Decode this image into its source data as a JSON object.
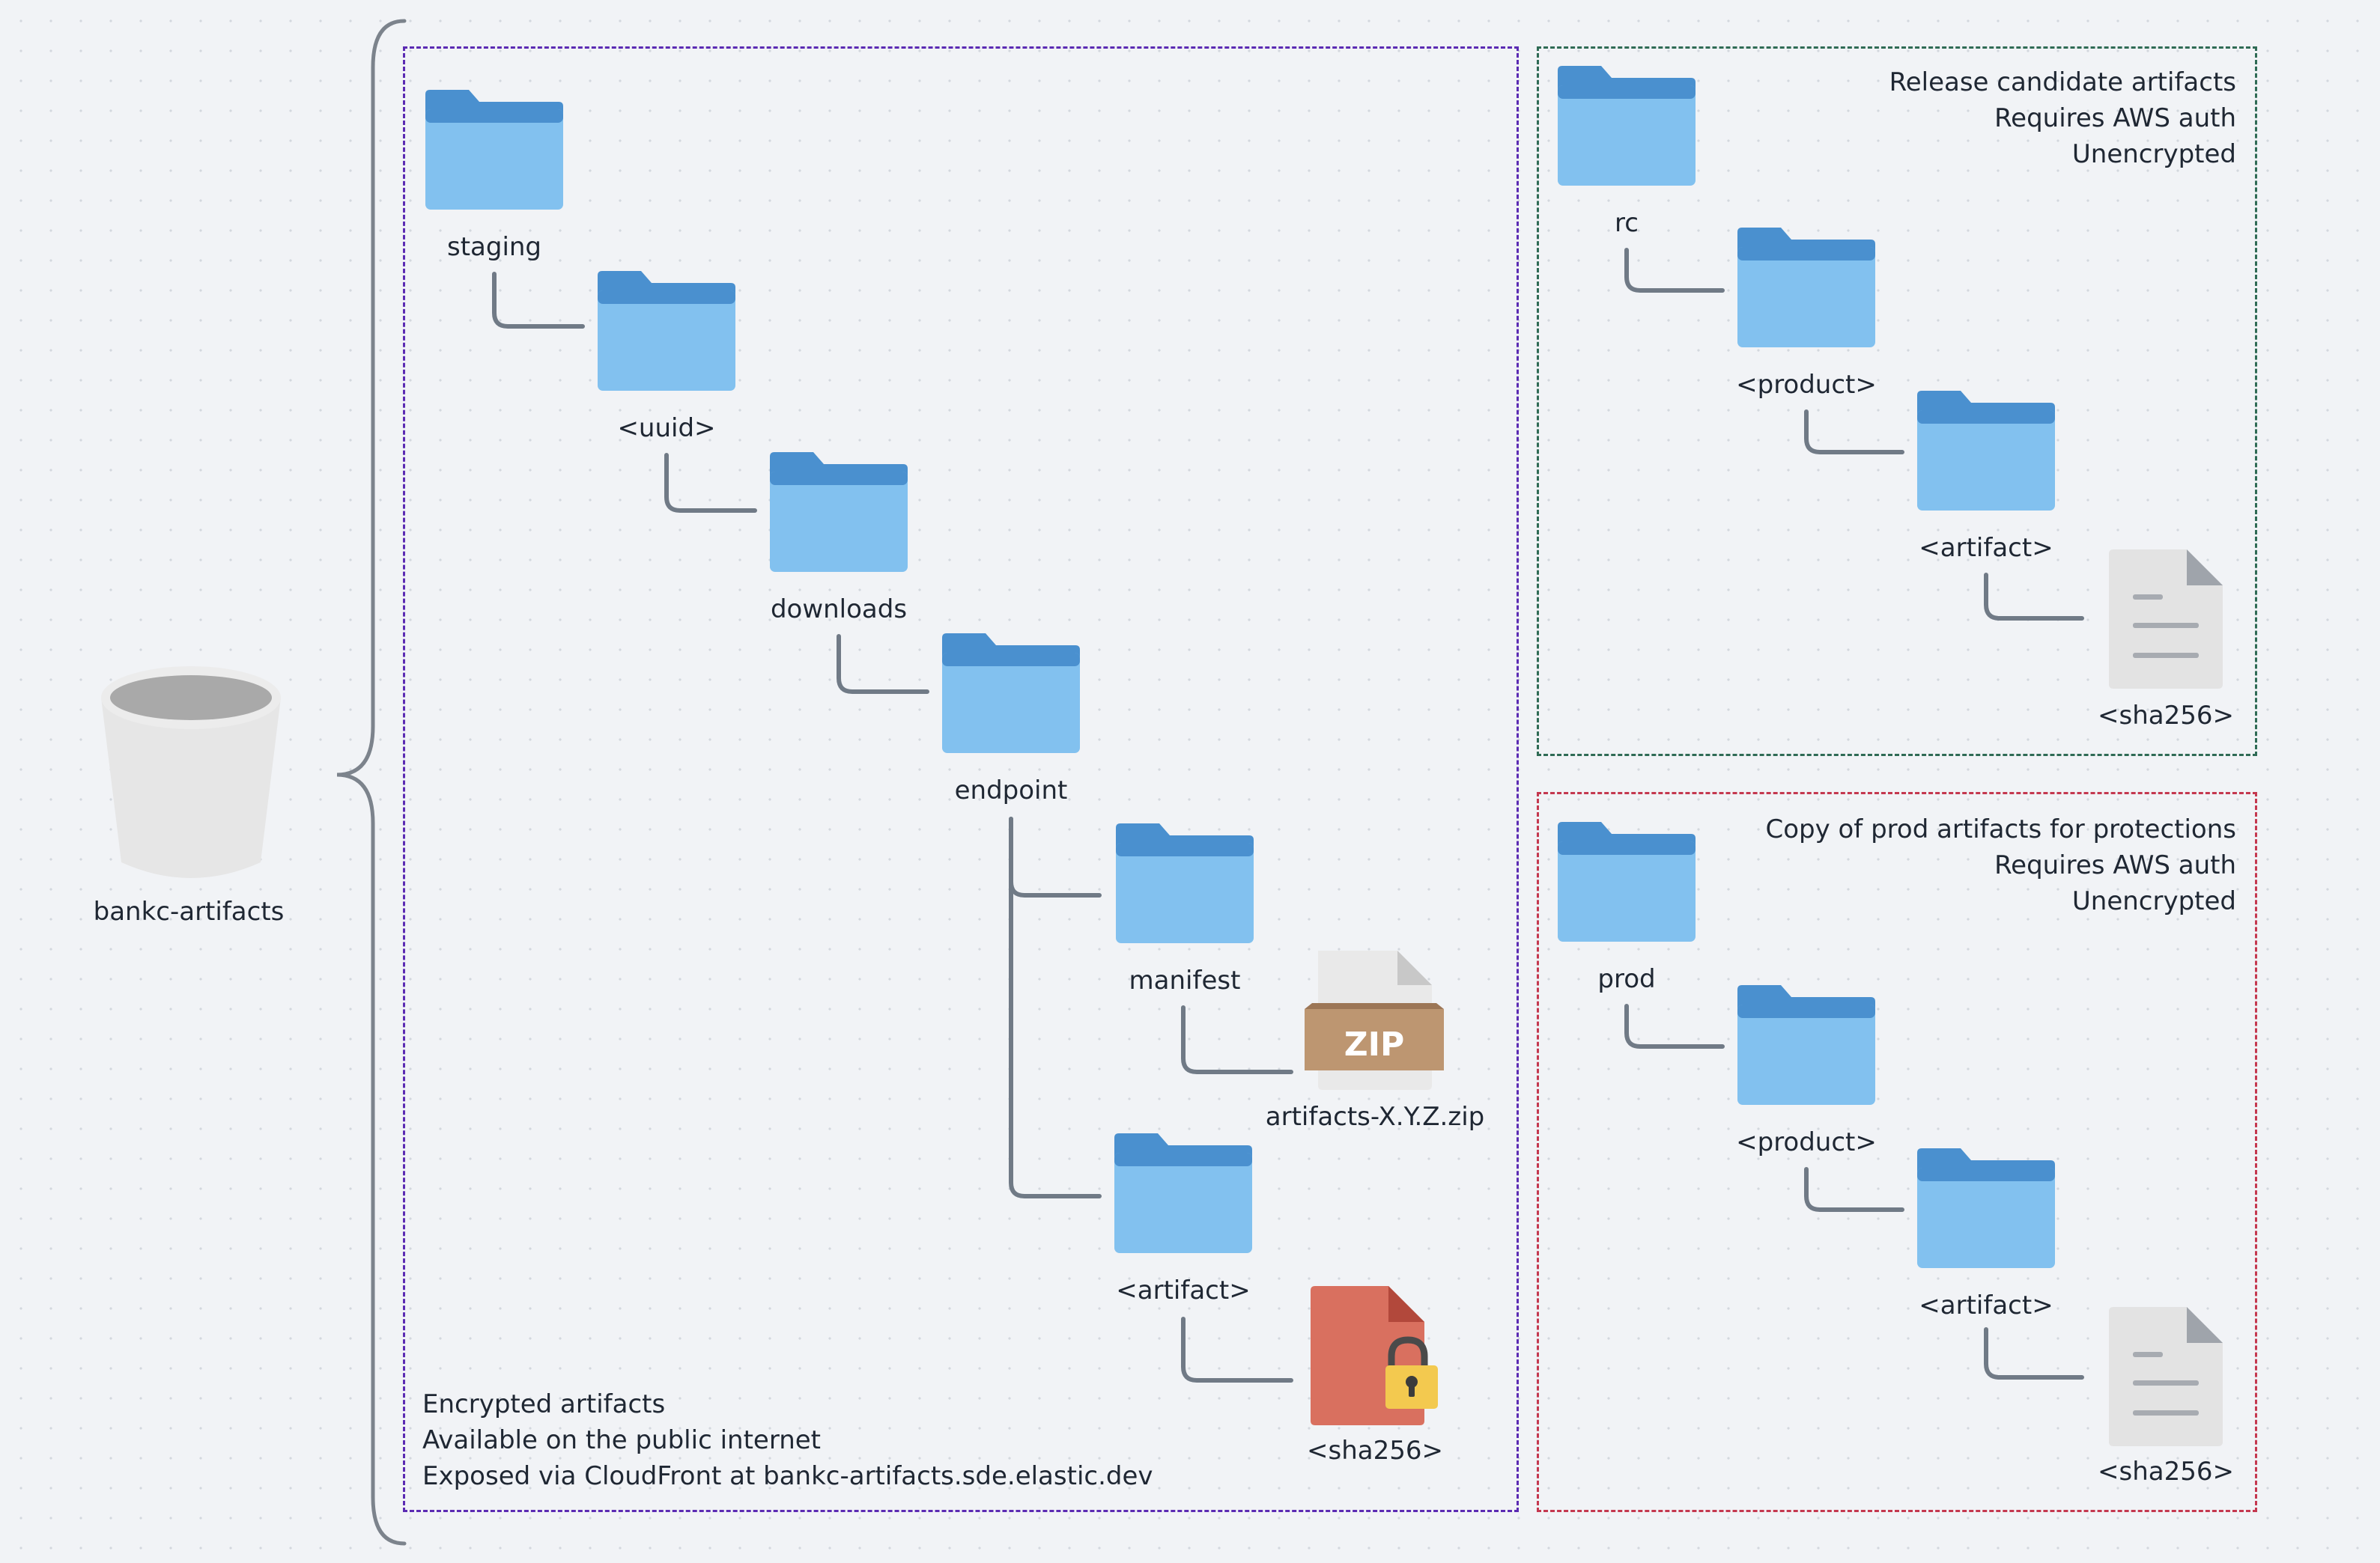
{
  "bucket": {
    "label": "bankc-artifacts",
    "icon": "bucket-icon"
  },
  "encrypted_region": {
    "notes": [
      "Encrypted artifacts",
      "Available on the public internet",
      "Exposed via CloudFront at bankc-artifacts.sde.elastic.dev"
    ],
    "color": "#5b2bb3",
    "folders": {
      "staging": "staging",
      "uuid": "<uuid>",
      "downloads": "downloads",
      "endpoint": "endpoint",
      "manifest": "manifest",
      "artifact": "<artifact>"
    },
    "files": {
      "zip": {
        "label": "artifacts-X.Y.Z.zip",
        "badge": "ZIP",
        "icon": "zip-file-icon"
      },
      "locked": {
        "label": "<sha256>",
        "icon": "locked-file-icon"
      }
    }
  },
  "rc_region": {
    "notes": [
      "Release candidate artifacts",
      "Requires AWS auth",
      "Unencrypted"
    ],
    "color": "#2f6b55",
    "folders": {
      "rc": "rc",
      "product": "<product>",
      "artifact": "<artifact>"
    },
    "file": {
      "label": "<sha256>",
      "icon": "document-file-icon"
    }
  },
  "prod_region": {
    "notes": [
      "Copy of prod artifacts for protections",
      "Requires AWS auth",
      "Unencrypted"
    ],
    "color": "#c4384f",
    "folders": {
      "prod": "prod",
      "product": "<product>",
      "artifact": "<artifact>"
    },
    "file": {
      "label": "<sha256>",
      "icon": "document-file-icon"
    }
  },
  "colors": {
    "folder_back": "#4a90cf",
    "folder_front": "#82c1ef",
    "connector": "#707a86",
    "brace": "#7c838c"
  }
}
